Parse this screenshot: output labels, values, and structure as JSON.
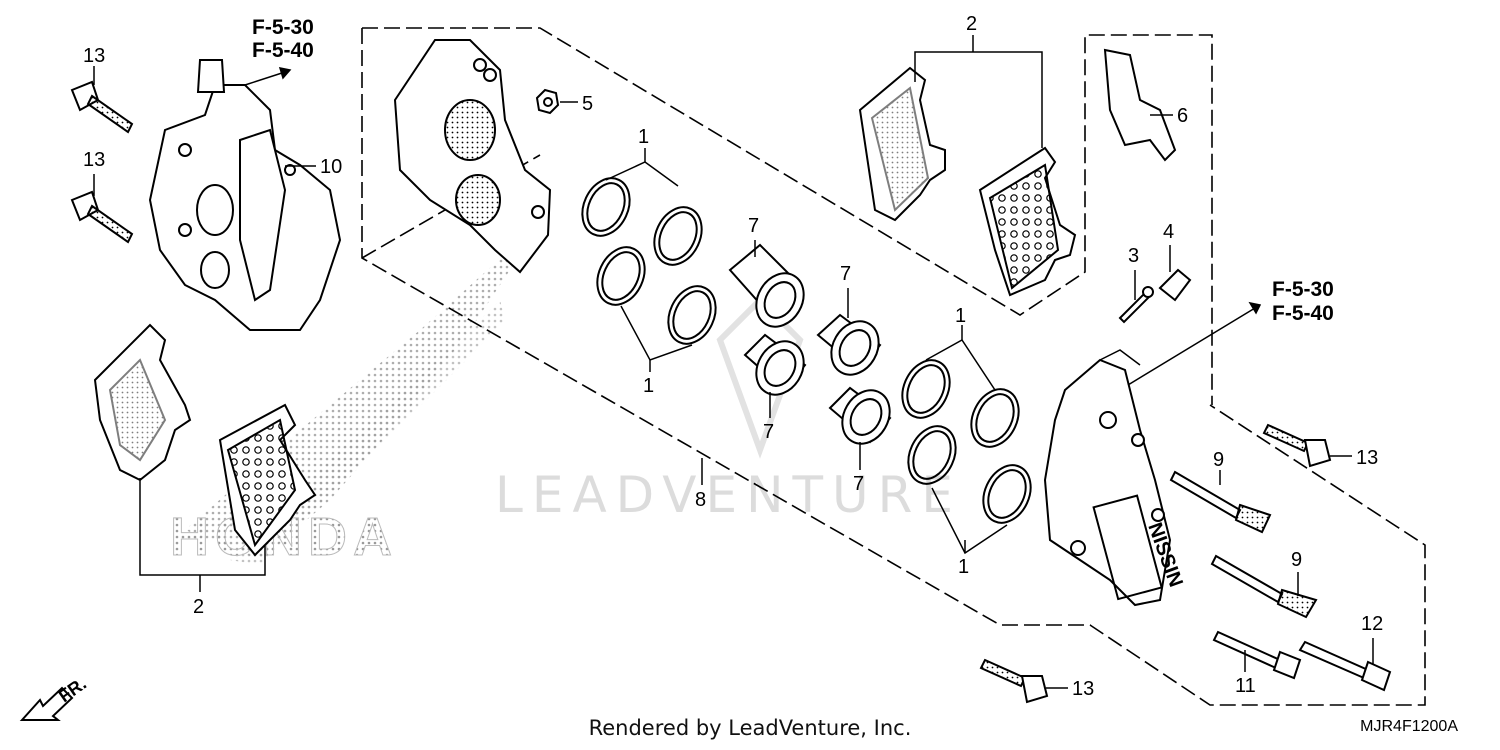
{
  "diagram": {
    "callouts": {
      "c13a": "13",
      "c13b": "13",
      "c13c": "13",
      "c13d": "13",
      "c10": "10",
      "c5": "5",
      "c2a": "2",
      "c2b": "2",
      "c6": "6",
      "c1a": "1",
      "c1b": "1",
      "c1c": "1",
      "c1d": "1",
      "c7a": "7",
      "c7b": "7",
      "c7c": "7",
      "c7d": "7",
      "c3": "3",
      "c4": "4",
      "c8": "8",
      "c9a": "9",
      "c9b": "9",
      "c11": "11",
      "c12": "12"
    },
    "refs": {
      "left_line1": "F-5-30",
      "left_line2": "F-5-40",
      "right_line1": "F-5-30",
      "right_line2": "F-5-40"
    },
    "direction_label": "FR.",
    "brand_on_caliper": "NISSIN",
    "watermark_brand": "HONDA",
    "watermark_text": "LEADVENTURE"
  },
  "footer": {
    "rendered_by": "Rendered by LeadVenture, Inc.",
    "diagram_code": "MJR4F1200A"
  }
}
